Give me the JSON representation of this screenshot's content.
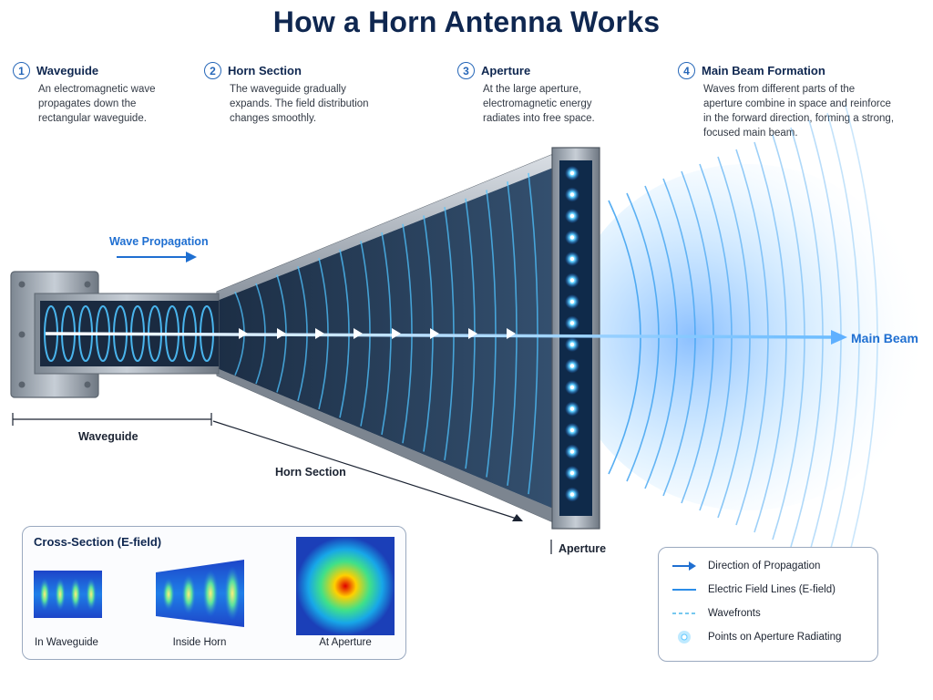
{
  "title": "How a Horn Antenna Works",
  "steps": [
    {
      "number": "1",
      "title": "Waveguide",
      "body": "An electromagnetic wave propagates down the rectangular waveguide."
    },
    {
      "number": "2",
      "title": "Horn Section",
      "body": "The waveguide gradually expands. The field distribution changes smoothly."
    },
    {
      "number": "3",
      "title": "Aperture",
      "body": "At the large aperture, electromagnetic energy radiates into free space."
    },
    {
      "number": "4",
      "title": "Main Beam Formation",
      "body": "Waves from different parts of the aperture combine in space and reinforce in the forward direction, forming a strong, focused main beam."
    }
  ],
  "labels": {
    "wave_propagation": "Wave Propagation",
    "waveguide": "Waveguide",
    "horn_section": "Horn Section",
    "aperture": "Aperture",
    "main_beam": "Main Beam"
  },
  "cross_section": {
    "title": "Cross-Section (E-field)",
    "items": [
      "In Waveguide",
      "Inside Horn",
      "At Aperture"
    ]
  },
  "legend": [
    {
      "icon": "arrow-icon",
      "label": "Direction of Propagation"
    },
    {
      "icon": "solid-line-icon",
      "label": "Electric Field Lines (E-field)"
    },
    {
      "icon": "dashed-line-icon",
      "label": "Wavefronts"
    },
    {
      "icon": "glow-dot-icon",
      "label": "Points on Aperture Radiating"
    }
  ],
  "colors": {
    "accent": "#1f6fd1",
    "title": "#0f2750",
    "field_glow": "#4fc3ff",
    "metal": "#a9b1bb"
  }
}
